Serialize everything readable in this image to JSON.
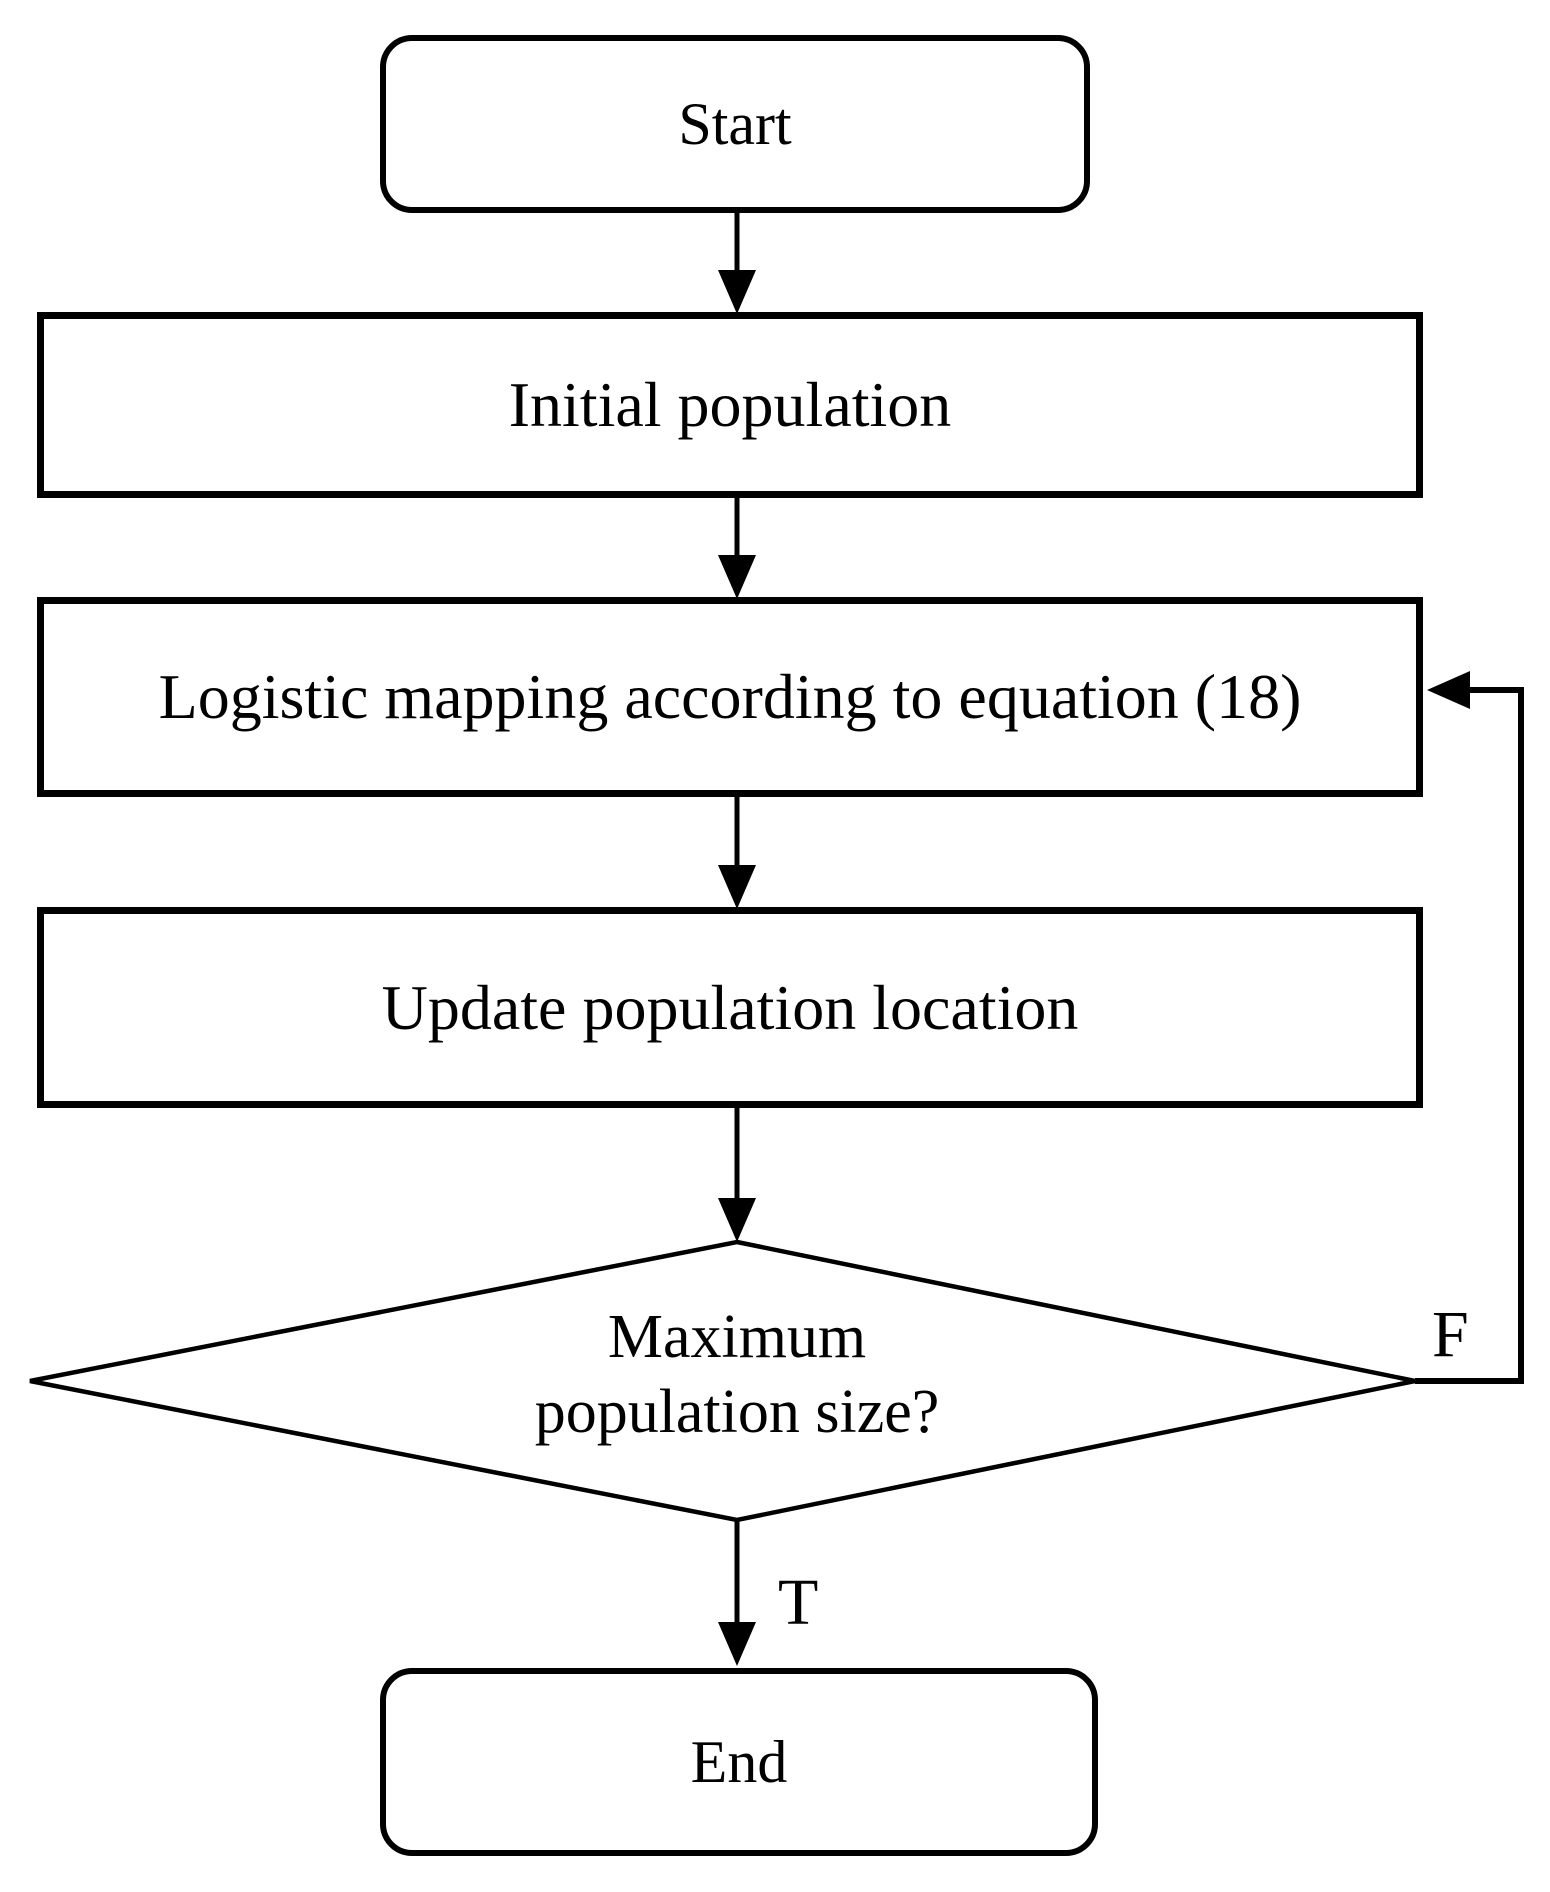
{
  "flowchart": {
    "nodes": {
      "start": {
        "label": "Start",
        "shape": "rounded-terminator"
      },
      "initial_population": {
        "label": "Initial population",
        "shape": "rectangle"
      },
      "logistic_mapping": {
        "label": "Logistic mapping according to equation (18)",
        "shape": "rectangle"
      },
      "update_population": {
        "label": "Update population location",
        "shape": "rectangle"
      },
      "decision": {
        "lines": [
          "Maximum",
          "population size?"
        ],
        "shape": "diamond"
      },
      "end": {
        "label": "End",
        "shape": "rounded-terminator"
      }
    },
    "branch_labels": {
      "true": "T",
      "false": "F"
    },
    "colors": {
      "stroke": "#000000",
      "background": "#ffffff"
    }
  }
}
